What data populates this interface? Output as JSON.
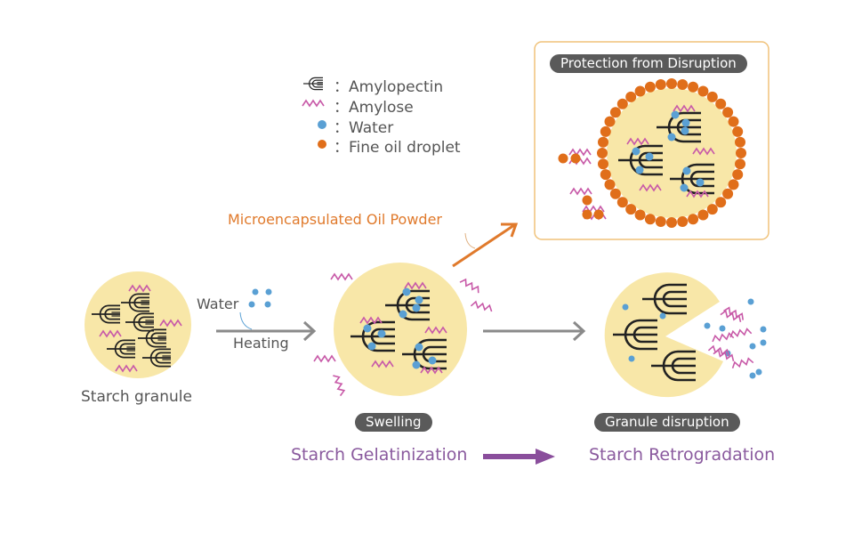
{
  "colors": {
    "granule_fill": "#f8e7a8",
    "amylose": "#c85aa8",
    "water": "#5aa0d4",
    "oil": "#e06e1a",
    "arrow_gray": "#8a8a8a",
    "arrow_orange": "#e07a2c",
    "arrow_purple": "#8a4e9c",
    "pill_bg": "#5a5a5a",
    "box_border": "#f0c27a"
  },
  "legend": {
    "items": [
      {
        "icon": "amylopectin-icon",
        "label": "Amylopectin"
      },
      {
        "icon": "amylose-icon",
        "label": "Amylose"
      },
      {
        "icon": "water-icon",
        "label": "Water"
      },
      {
        "icon": "oil-droplet-icon",
        "label": "Fine oil droplet"
      }
    ],
    "separator": "："
  },
  "stages": {
    "granule_label": "Starch granule",
    "water_label": "Water",
    "heating_label": "Heating",
    "swelling_label": "Swelling",
    "disruption_label": "Granule disruption",
    "protection_label": "Protection from Disruption",
    "microencapsulated_label": "Microencapsulated Oil Powder"
  },
  "process": {
    "gelatinization": "Starch Gelatinization",
    "retrogradation": "Starch Retrogradation"
  }
}
